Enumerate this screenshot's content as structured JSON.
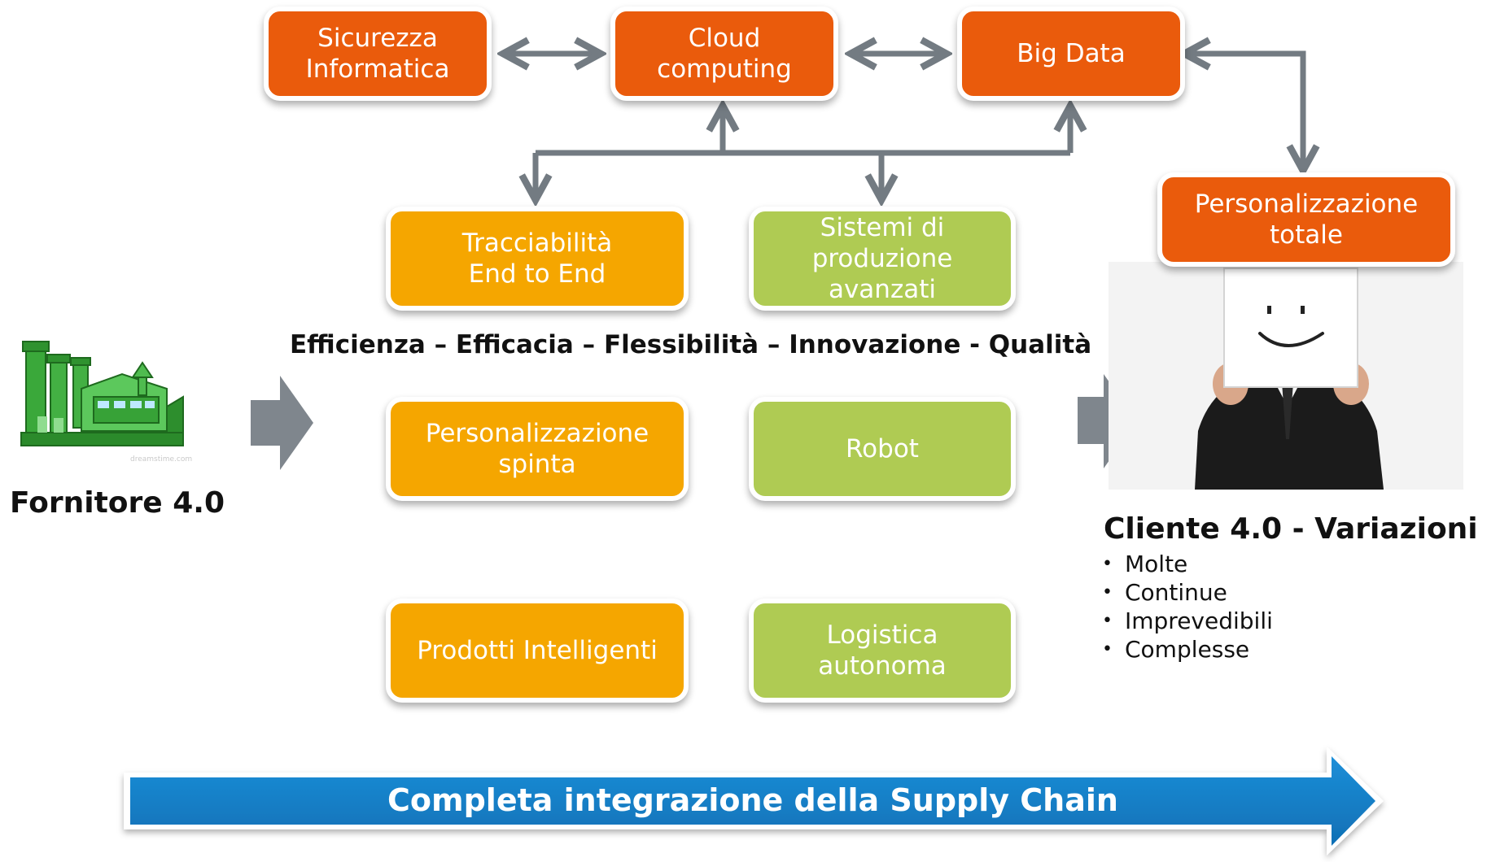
{
  "colors": {
    "tech_box": "#ea5b0c",
    "capability_box": "#f5a600",
    "production_box": "#afcb53",
    "connector": "#737b82",
    "banner": "#1a84cf"
  },
  "tech_boxes": {
    "sicurezza": "Sicurezza\nInformatica",
    "cloud": "Cloud\ncomputing",
    "bigdata": "Big Data",
    "personalizzazione_totale": "Personalizzazione\ntotale"
  },
  "capabilities": {
    "tracciabilita": "Tracciabilità\nEnd to End",
    "sistemi": "Sistemi di\nproduzione\navanzati",
    "personalizzazione_spinta": "Personalizzazione\nspinta",
    "robot": "Robot",
    "prodotti": "Prodotti Intelligenti",
    "logistica": "Logistica\nautonoma"
  },
  "values_line": "Efficienza – Efficacia – Flessibilità – Innovazione - Qualità",
  "supplier": {
    "label": "Fornitore 4.0",
    "image_icon": "factory-icon",
    "watermark": "dreamstime.com"
  },
  "customer": {
    "title": "Cliente 4.0 - Variazioni",
    "image_icon": "smiley-face-photo",
    "variations": [
      "Molte",
      "Continue",
      "Imprevedibili",
      "Complesse"
    ]
  },
  "banner": {
    "label": "Completa integrazione della Supply Chain"
  }
}
